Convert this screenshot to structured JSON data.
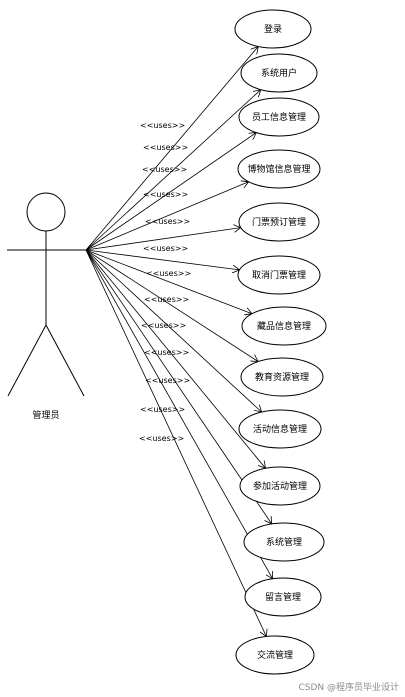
{
  "actor": {
    "name": "管理员"
  },
  "relation_label": "<<uses>>",
  "use_cases": [
    "登录",
    "系统用户",
    "员工信息管理",
    "博物馆信息管理",
    "门票预订管理",
    "取消门票管理",
    "藏品信息管理",
    "教育资源管理",
    "活动信息管理",
    "参加活动管理",
    "系统管理",
    "留言管理",
    "交流管理"
  ],
  "watermark": "CSDN @程序员毕业设计",
  "colors": {
    "stroke": "#000000",
    "background": "#ffffff",
    "watermark": "#8a8a8a"
  }
}
